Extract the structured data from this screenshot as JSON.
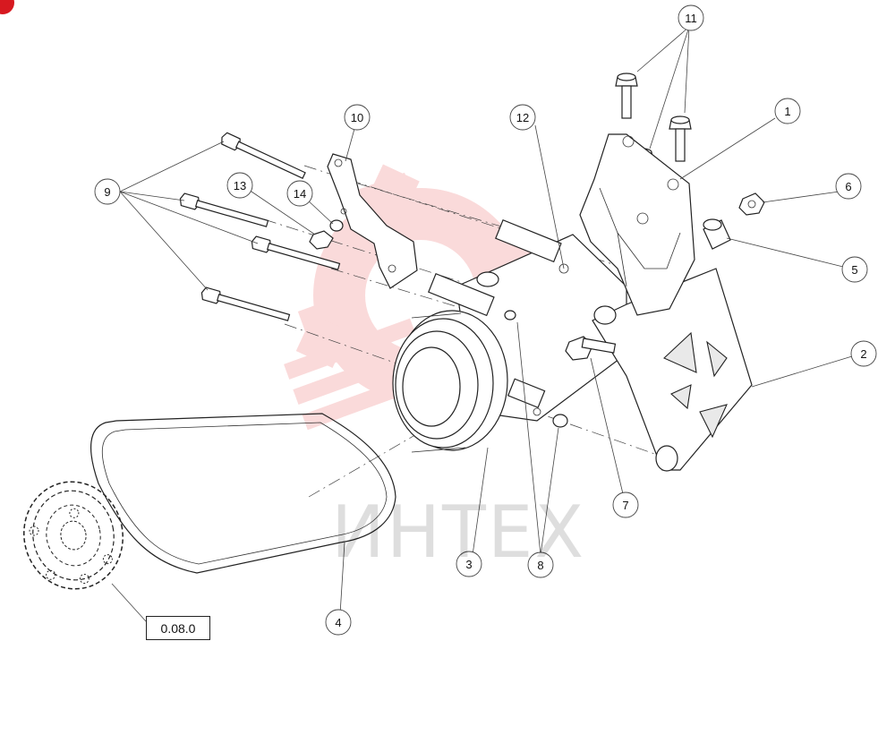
{
  "diagram": {
    "watermark_text": "ИНТЕХ",
    "reference_box": "0.08.0",
    "callouts": [
      "1",
      "2",
      "3",
      "4",
      "5",
      "6",
      "7",
      "8",
      "9",
      "10",
      "11",
      "12",
      "13",
      "14"
    ],
    "colors": {
      "watermark_logo": "#f7bcbc",
      "badge": "#d71920",
      "ink": "#222222"
    },
    "icons": [
      "gear-watermark-logo"
    ]
  }
}
